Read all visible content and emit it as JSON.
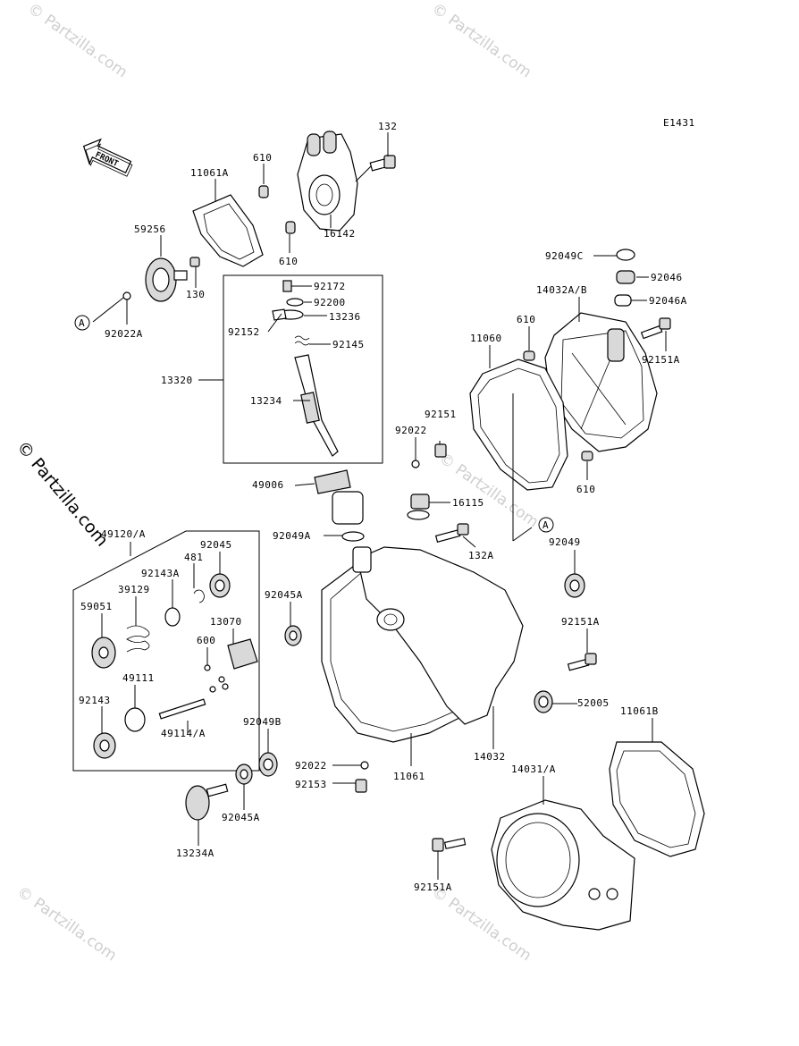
{
  "diagram_code": "E1431",
  "front_arrow_label": "FRONT",
  "watermark": "© Partzilla.com",
  "side_watermark": "© Partzilla.com",
  "parts": {
    "p132": "132",
    "p11061A": "11061A",
    "p610a": "610",
    "p610b": "610",
    "p16142": "16142",
    "p59256": "59256",
    "p130": "130",
    "p92022A": "92022A",
    "calloutA": "A",
    "p92172": "92172",
    "p92200": "92200",
    "p13236": "13236",
    "p92152": "92152",
    "p92145": "92145",
    "p13320": "13320",
    "p13234": "13234",
    "p49006": "49006",
    "p92049C": "92049C",
    "p92046": "92046",
    "p14032AB": "14032A/B",
    "p92046A": "92046A",
    "p610c": "610",
    "p11060": "11060",
    "p92151A_top": "92151A",
    "p92151": "92151",
    "p92022": "92022",
    "p610d": "610",
    "p16115": "16115",
    "p92049A": "92049A",
    "p49120A": "49120/A",
    "p92045": "92045",
    "p481": "481",
    "p92143A": "92143A",
    "p39129": "39129",
    "p59051": "59051",
    "p13070": "13070",
    "p600": "600",
    "p49111": "49111",
    "p92143": "92143",
    "p49114A": "49114/A",
    "p132A": "132A",
    "calloutA2": "A",
    "p92049": "92049",
    "p92045A_mid": "92045A",
    "p92151A_mid": "92151A",
    "p52005": "52005",
    "p11061B": "11061B",
    "p14032": "14032",
    "p92049B": "92049B",
    "p92022_b": "92022",
    "p11061": "11061",
    "p92153": "92153",
    "p14031A": "14031/A",
    "p92045A_bot": "92045A",
    "p13234A": "13234A",
    "p92151A_bot": "92151A"
  }
}
